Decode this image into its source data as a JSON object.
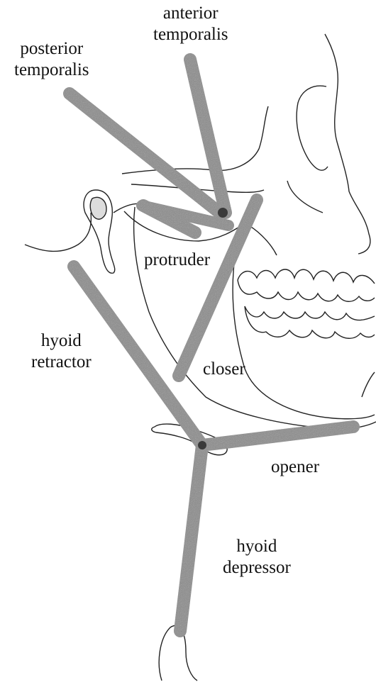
{
  "labels": {
    "anterior_temporalis": [
      "anterior",
      "temporalis"
    ],
    "posterior_temporalis": [
      "posterior",
      "temporalis"
    ],
    "protruder": "protruder",
    "hyoid_retractor": [
      "hyoid",
      "retractor"
    ],
    "closer": "closer",
    "opener": "opener",
    "hyoid_depressor": [
      "hyoid",
      "depressor"
    ]
  },
  "colors": {
    "muscle": "#8a8a8a",
    "outline": "#222222",
    "text": "#111111"
  }
}
